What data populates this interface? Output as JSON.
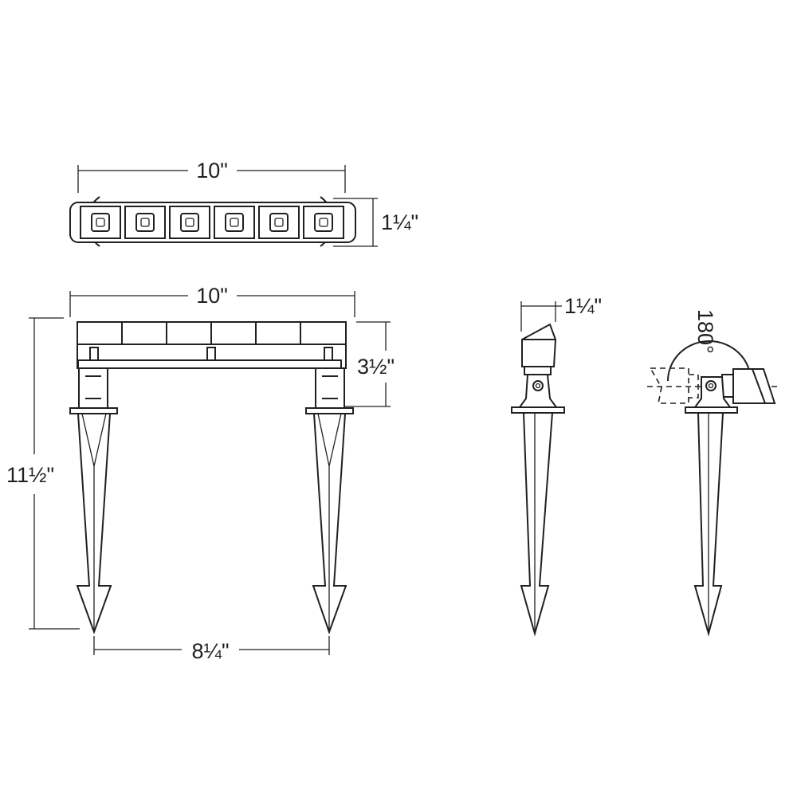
{
  "dimensions": {
    "top_width": "10\"",
    "top_height": "1¼\"",
    "front_width": "10\"",
    "front_head_height": "3½\"",
    "overall_height": "11½\"",
    "stake_spacing": "8¼\"",
    "side_head_width": "1¼\"",
    "tilt_angle": "180°"
  },
  "top_view": {
    "lens_count": 6
  },
  "colors": {
    "line": "#231f20",
    "background": "#ffffff"
  }
}
